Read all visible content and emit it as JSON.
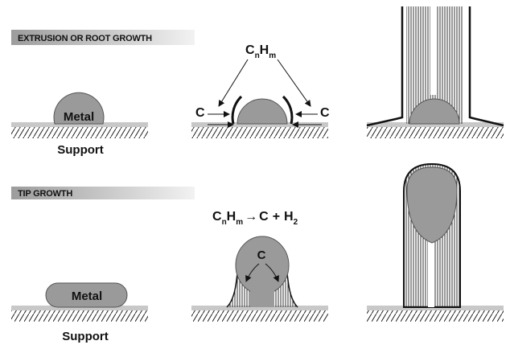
{
  "colors": {
    "metal": "#9a9a9a",
    "metal_stroke": "#555555",
    "support_band": "#c8c8c8",
    "banner_start": "#9c9c9c",
    "banner_end": "#f2f2f2",
    "ink": "#111111"
  },
  "panels": {
    "root": {
      "banner": "EXTRUSION OR ROOT GROWTH",
      "metal_label": "Metal",
      "support_label": "Support",
      "reactant": {
        "base": "C",
        "sub_n": "n",
        "mid": "H",
        "sub_m": "m"
      },
      "carbon_left": "C",
      "carbon_right": "C"
    },
    "tip": {
      "banner": "TIP GROWTH",
      "metal_label": "Metal",
      "support_label": "Support",
      "reaction": {
        "c1": "C",
        "sub_n": "n",
        "h1": "H",
        "sub_m": "m",
        "arrow": "→",
        "product_c": "C",
        "plus": "+",
        "h2": "H",
        "sub_2": "2"
      },
      "carbon_inner": "C"
    }
  }
}
